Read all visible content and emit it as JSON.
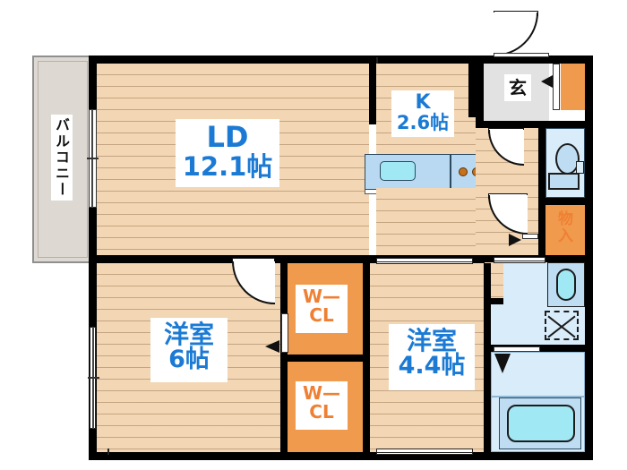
{
  "plan": {
    "type": "floor-plan",
    "unit_label_suffix": "帖",
    "colors": {
      "floor": "#f3d6b4",
      "wall": "#000000",
      "wet_area": "#d9ecfa",
      "closet": "#f09a4e",
      "entry": "#e2e2e2",
      "balcony": "#ddd8d2",
      "room_label_blue": "#1b7ad4",
      "closet_label_orange": "#ef8033",
      "entry_label_black": "#111111"
    },
    "rooms": [
      {
        "id": "ld",
        "name": "LD",
        "area": "12.1帖",
        "label_line1": "LD",
        "label_line2": "12.1帖"
      },
      {
        "id": "kitchen",
        "name": "K",
        "area": "2.6帖",
        "label_line1": "K",
        "label_line2": "2.6帖"
      },
      {
        "id": "washitsu6",
        "name": "洋室",
        "area": "6帖",
        "label_line1": "洋室",
        "label_line2": "6帖"
      },
      {
        "id": "washitsu44",
        "name": "洋室",
        "area": "4.4帖",
        "label_line1": "洋室",
        "label_line2": "4.4帖"
      }
    ],
    "closets": [
      {
        "id": "wcl-upper",
        "label_line1": "W—",
        "label_line2": "CL"
      },
      {
        "id": "wcl-lower",
        "label_line1": "W—",
        "label_line2": "CL"
      },
      {
        "id": "monoire",
        "label": "物入"
      }
    ],
    "other_spaces": [
      {
        "id": "balcony",
        "label": "バルコニー"
      },
      {
        "id": "entrance",
        "label": "玄"
      }
    ],
    "fixtures": [
      {
        "id": "kitchen-sink",
        "name": "sink-icon"
      },
      {
        "id": "kitchen-stove",
        "name": "stove-icon",
        "burners": 2
      },
      {
        "id": "toilet",
        "name": "toilet-icon"
      },
      {
        "id": "vanity-sink",
        "name": "vanity-sink-icon"
      },
      {
        "id": "washer-space",
        "name": "washing-machine-space-icon"
      },
      {
        "id": "bathtub",
        "name": "bathtub-icon"
      },
      {
        "id": "shoe-closet",
        "name": "shoe-closet-icon"
      }
    ]
  }
}
